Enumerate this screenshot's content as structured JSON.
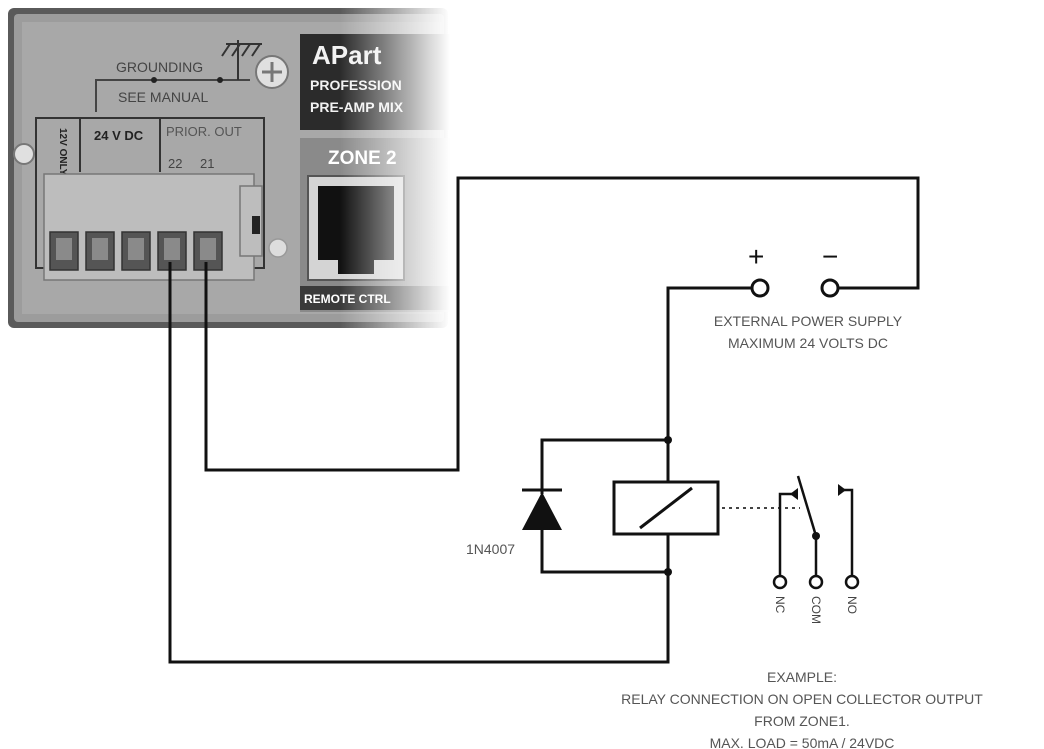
{
  "device": {
    "grounding_label": "GROUNDING",
    "see_manual_label": "SEE MANUAL",
    "brand_logo": "APart",
    "brand_line1": "PROFESSION",
    "brand_line2": "PRE-AMP MIX",
    "zone_label": "ZONE 2",
    "remote_label": "REMOTE CTRL",
    "terminal_12v_label": "12V ONLY",
    "terminal_24v_label": "24 V DC",
    "prior_out_label": "PRIOR. OUT",
    "pin_22": "22",
    "pin_21": "21",
    "screw_icon": "screw-icon",
    "ground_icon": "ground-symbol-icon",
    "colors": {
      "panel": "#4e4e4e",
      "panel_light": "#a9a9a9",
      "logo_bg": "#2b2b2b"
    }
  },
  "circuit": {
    "plus_symbol": "+",
    "minus_symbol": "−",
    "power_supply_line1": "EXTERNAL POWER SUPPLY",
    "power_supply_line2": "MAXIMUM 24 VOLTS DC",
    "diode_label": "1N4007",
    "relay_nc": "NC",
    "relay_com": "COM",
    "relay_no": "NO",
    "example_line1": "EXAMPLE:",
    "example_line2": "RELAY CONNECTION ON OPEN COLLECTOR OUTPUT",
    "example_line3": "FROM ZONE1.",
    "example_line4": "MAX. LOAD = 50mA / 24VDC"
  }
}
